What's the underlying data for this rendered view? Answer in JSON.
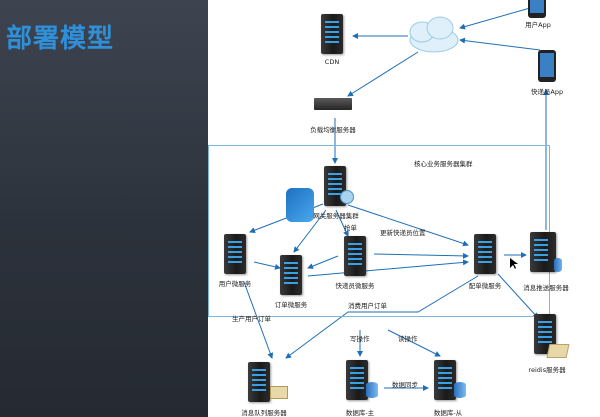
{
  "slide": {
    "title": "部署模型"
  },
  "cluster": {
    "label": "核心业务服务器集群"
  },
  "nodes": {
    "user_app": "用户App",
    "cdn": "CDN",
    "courier_app": "快递员App",
    "load_balancer": "负载均衡服务器",
    "gateway": "网关服务器集群",
    "user_service": "用户微服务",
    "order_service": "订单微服务",
    "courier_service": "快递员微服务",
    "dispatch_service": "配单微服务",
    "push_server": "消息推送服务器",
    "redis_server": "reidis服务器",
    "mq_server": "消息队列服务器",
    "db_master": "数据库-主",
    "db_slave": "数据库-从"
  },
  "edges": {
    "grab_order": "抢单",
    "update_position": "更新快递员位置",
    "produce_order": "生产用户订单",
    "consume_order": "消费用户订单",
    "write_op": "写操作",
    "read_op": "读操作",
    "data_sync": "数据同步"
  },
  "colors": {
    "accent": "#2f8fd8",
    "arrow": "#1f6fb8",
    "panel": "#2c323b"
  }
}
